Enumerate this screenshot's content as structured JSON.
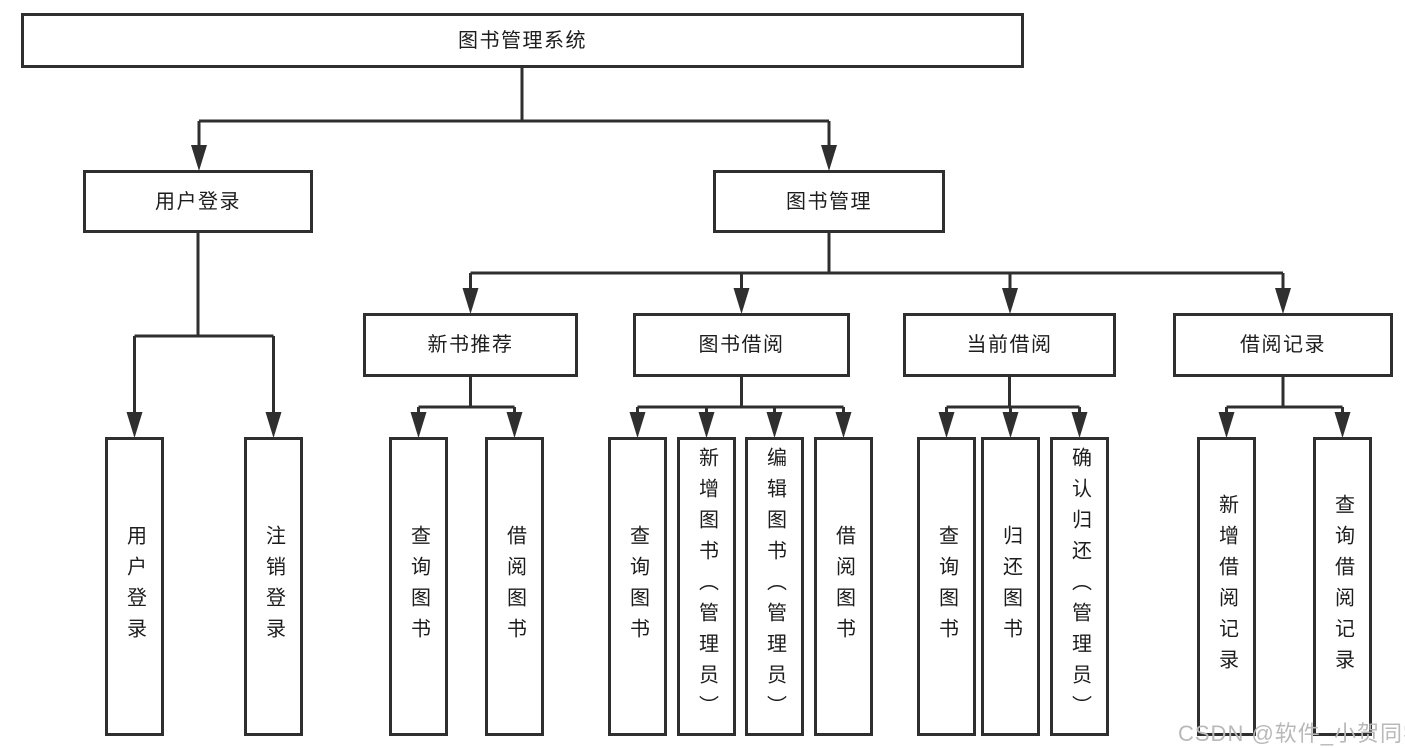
{
  "diagram": {
    "title_node": "图书管理系统",
    "level2": {
      "user_login": "用户登录",
      "book_management": "图书管理"
    },
    "level3": {
      "new_book_recommend": "新书推荐",
      "book_borrowing": "图书借阅",
      "current_borrowing": "当前借阅",
      "borrowing_records": "借阅记录"
    },
    "leaves": {
      "user_login": "用户登录",
      "logout": "注销登录",
      "newbook_query": "查询图书",
      "newbook_borrow": "借阅图书",
      "borrow_query": "查询图书",
      "borrow_add": "新增图书（管理员）",
      "borrow_edit": "编辑图书（管理员）",
      "borrow_borrow": "借阅图书",
      "current_query": "查询图书",
      "current_return": "归还图书",
      "current_confirm": "确认归还（管理员）",
      "record_add": "新增借阅记录",
      "record_query": "查询借阅记录"
    }
  },
  "watermark": "CSDN @软件_小贺同学",
  "colors": {
    "line": "#2f2f2f",
    "text": "#1d1d1d",
    "watermark": "#b9b9b9",
    "background": "#ffffff"
  }
}
